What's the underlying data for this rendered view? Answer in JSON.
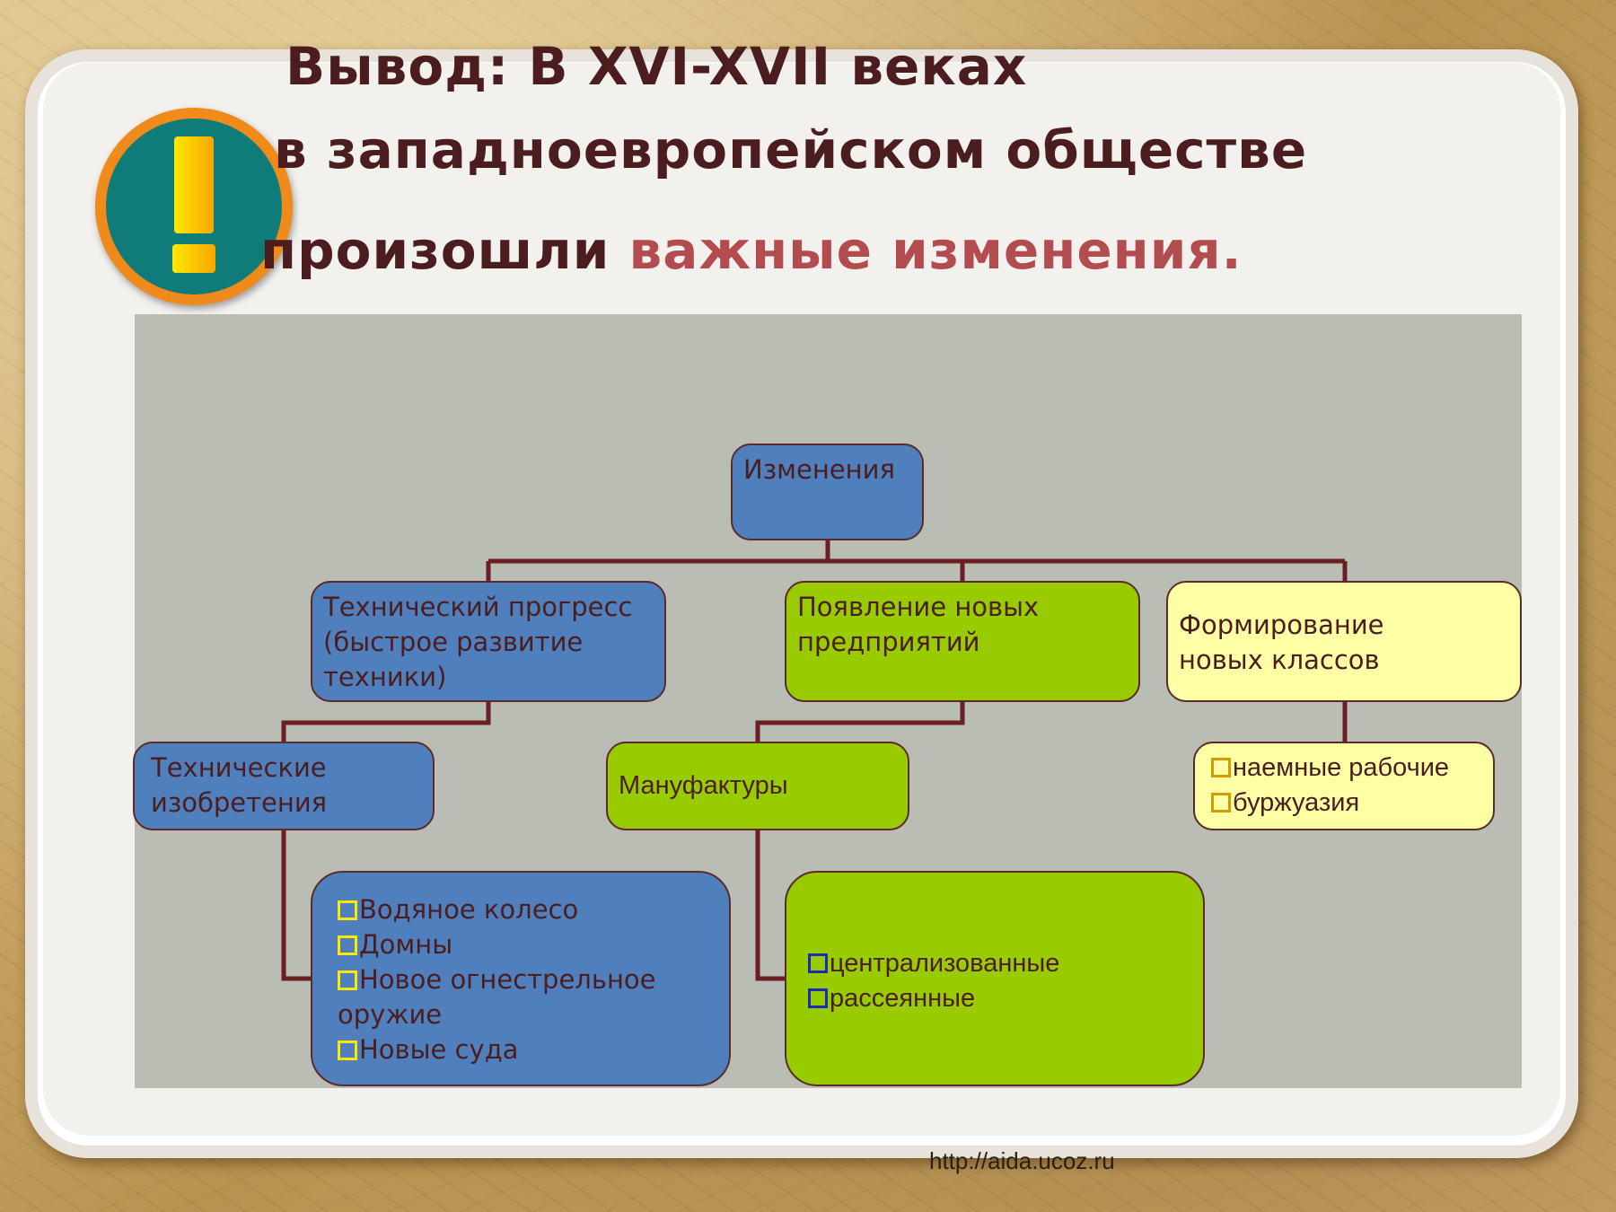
{
  "slide": {
    "title_line1": "Вывод: В XVI-XVII веках",
    "title_line2": "в западноевропейском обществе",
    "title_line3_prefix": "произошли ",
    "title_line3_accent": "важные изменения.",
    "footer_url": "http://aida.ucoz.ru",
    "accent_color": "#b34c4f"
  },
  "diagram": {
    "root": "Изменения",
    "tech_progress": [
      "Технический прогресс",
      "(быстрое развитие",
      "техники)"
    ],
    "new_enterprises": [
      "Появление новых",
      "предприятий"
    ],
    "new_classes": [
      "Формирование",
      "новых классов"
    ],
    "tech_inventions": [
      "Технические",
      "изобретения"
    ],
    "manufactures": "Мануфактуры",
    "classes_list": [
      "наемные рабочие",
      "буржуазия"
    ],
    "inventions_list": [
      "Водяное колесо",
      "Домны",
      "Новое огнестрельное",
      "оружие",
      "Новые суда"
    ],
    "manufacture_types": [
      "централизованные",
      "рассеянные"
    ]
  },
  "colors": {
    "blue_box": "#4f80bd",
    "green_box": "#99cc00",
    "yellow_box": "#ffffa6",
    "connector": "#6b1f22",
    "panel": "#b9bdb3"
  },
  "icons": [
    "exclamation-icon",
    "checkbox-bullet-icon"
  ]
}
